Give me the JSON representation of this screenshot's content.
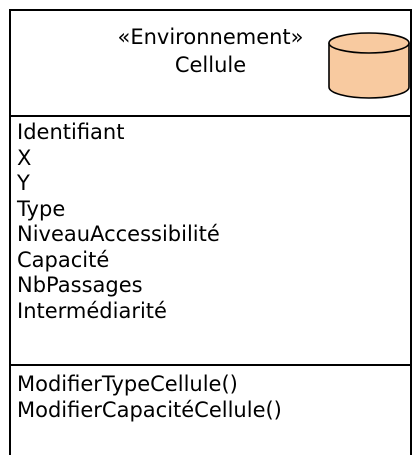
{
  "class_box": {
    "stereotype": "«Environnement»",
    "name": "Cellule",
    "icon": "database-icon",
    "icon_fill": "#f8caa0",
    "attributes": [
      "Identifiant",
      "X",
      "Y",
      "Type",
      "NiveauAccessibilité",
      "Capacité",
      "NbPassages",
      "Intermédiarité"
    ],
    "operations": [
      "ModifierTypeCellule()",
      "ModifierCapacitéCellule()"
    ]
  }
}
